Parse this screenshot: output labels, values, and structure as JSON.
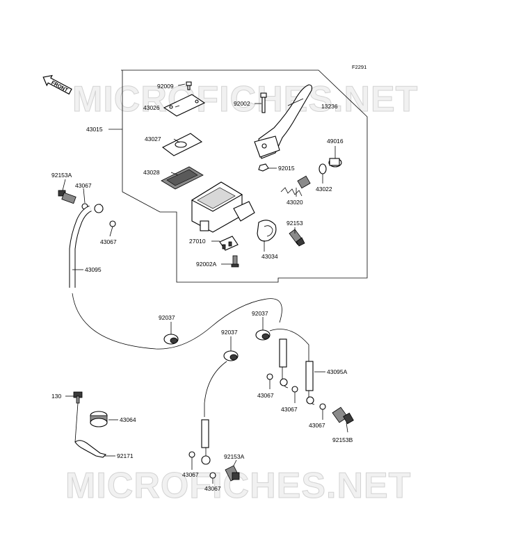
{
  "figure_code": "F2291",
  "front_label": "FRONT",
  "watermark": "MICROFICHES.NET",
  "labels": {
    "p92009": "92009",
    "p43026": "43026",
    "p43015": "43015",
    "p43027": "43027",
    "p43028": "43028",
    "p92002": "92002",
    "p13236": "13236",
    "p49016": "49016",
    "p92015": "92015",
    "p43022": "43022",
    "p43020": "43020",
    "p92153": "92153",
    "p27010": "27010",
    "p43034": "43034",
    "p92002A": "92002A",
    "p92153A_top": "92153A",
    "p43067_a": "43067",
    "p43067_b": "43067",
    "p43095": "43095",
    "p92037_a": "92037",
    "p92037_b": "92037",
    "p92037_c": "92037",
    "p43095A": "43095A",
    "p43067_c": "43067",
    "p43067_d": "43067",
    "p43067_e": "43067",
    "p92153B": "92153B",
    "p130": "130",
    "p43064": "43064",
    "p92171": "92171",
    "p92153A_bot": "92153A",
    "p43067_f": "43067",
    "p43067_g": "43067"
  }
}
